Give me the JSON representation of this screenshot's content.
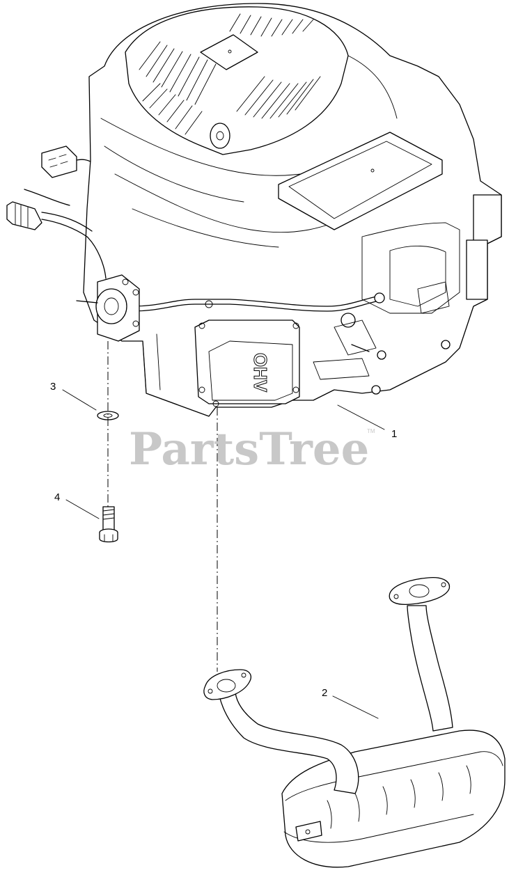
{
  "watermark": {
    "text": "PartsTree",
    "trademark": "TM"
  },
  "callouts": [
    {
      "id": "1",
      "label": "1"
    },
    {
      "id": "2",
      "label": "2"
    },
    {
      "id": "3",
      "label": "3"
    },
    {
      "id": "4",
      "label": "4"
    }
  ],
  "engine_marking": "OHV",
  "colors": {
    "line": "#000000",
    "watermark": "#c8c8c8",
    "background": "#ffffff"
  }
}
